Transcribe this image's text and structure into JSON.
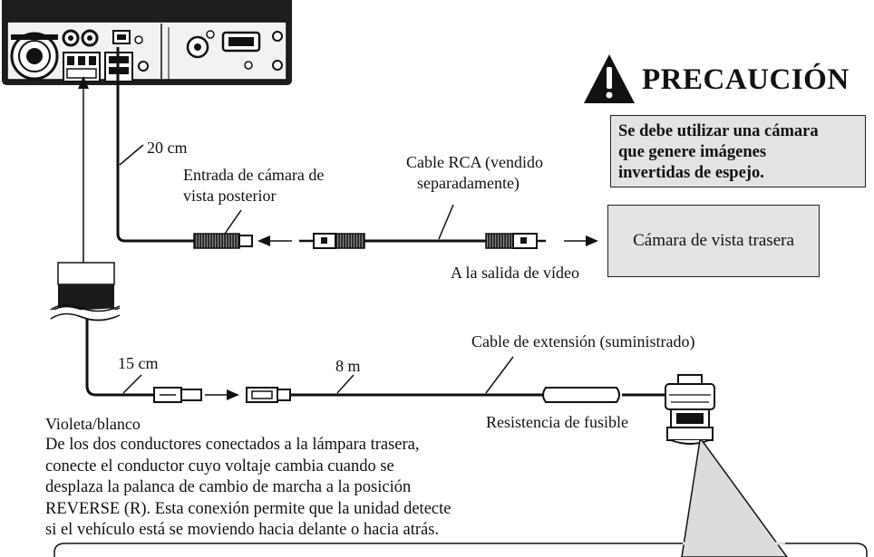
{
  "warning": {
    "title": "PRECAUCIÓN",
    "lines": [
      "Se debe utilizar una cámara",
      "que genere imágenes",
      "invertidas de espejo."
    ]
  },
  "labels": {
    "cable_20cm": "20 cm",
    "rear_camera_input": [
      "Entrada de cámara de",
      "vista posterior"
    ],
    "rca_cable": [
      "Cable RCA (vendido",
      "separadamente)"
    ],
    "to_video_output": "A la salida de vídeo",
    "camera_box": "Cámara de vista trasera",
    "extension_cable": "Cable de extensión (suministrado)",
    "cable_15cm": "15 cm",
    "cable_8m": "8 m",
    "fuse_resistor": "Resistencia de fusible",
    "violet_white": "Violeta/blanco"
  },
  "description": [
    "De los dos conductores conectados a la lámpara trasera,",
    "conecte el conductor cuyo voltaje cambia cuando se",
    "desplaza la palanca de cambio de marcha a la posición",
    "REVERSE (R). Esta conexión permite que la unidad detecte",
    "si el vehículo está se moviendo hacia delante o hacia atrás."
  ],
  "icons": [
    "warning-triangle-icon",
    "head-unit-rear-panel",
    "rca-plug-icon",
    "arrow-icon",
    "fuse-resistor-icon",
    "clip-connector-icon"
  ]
}
